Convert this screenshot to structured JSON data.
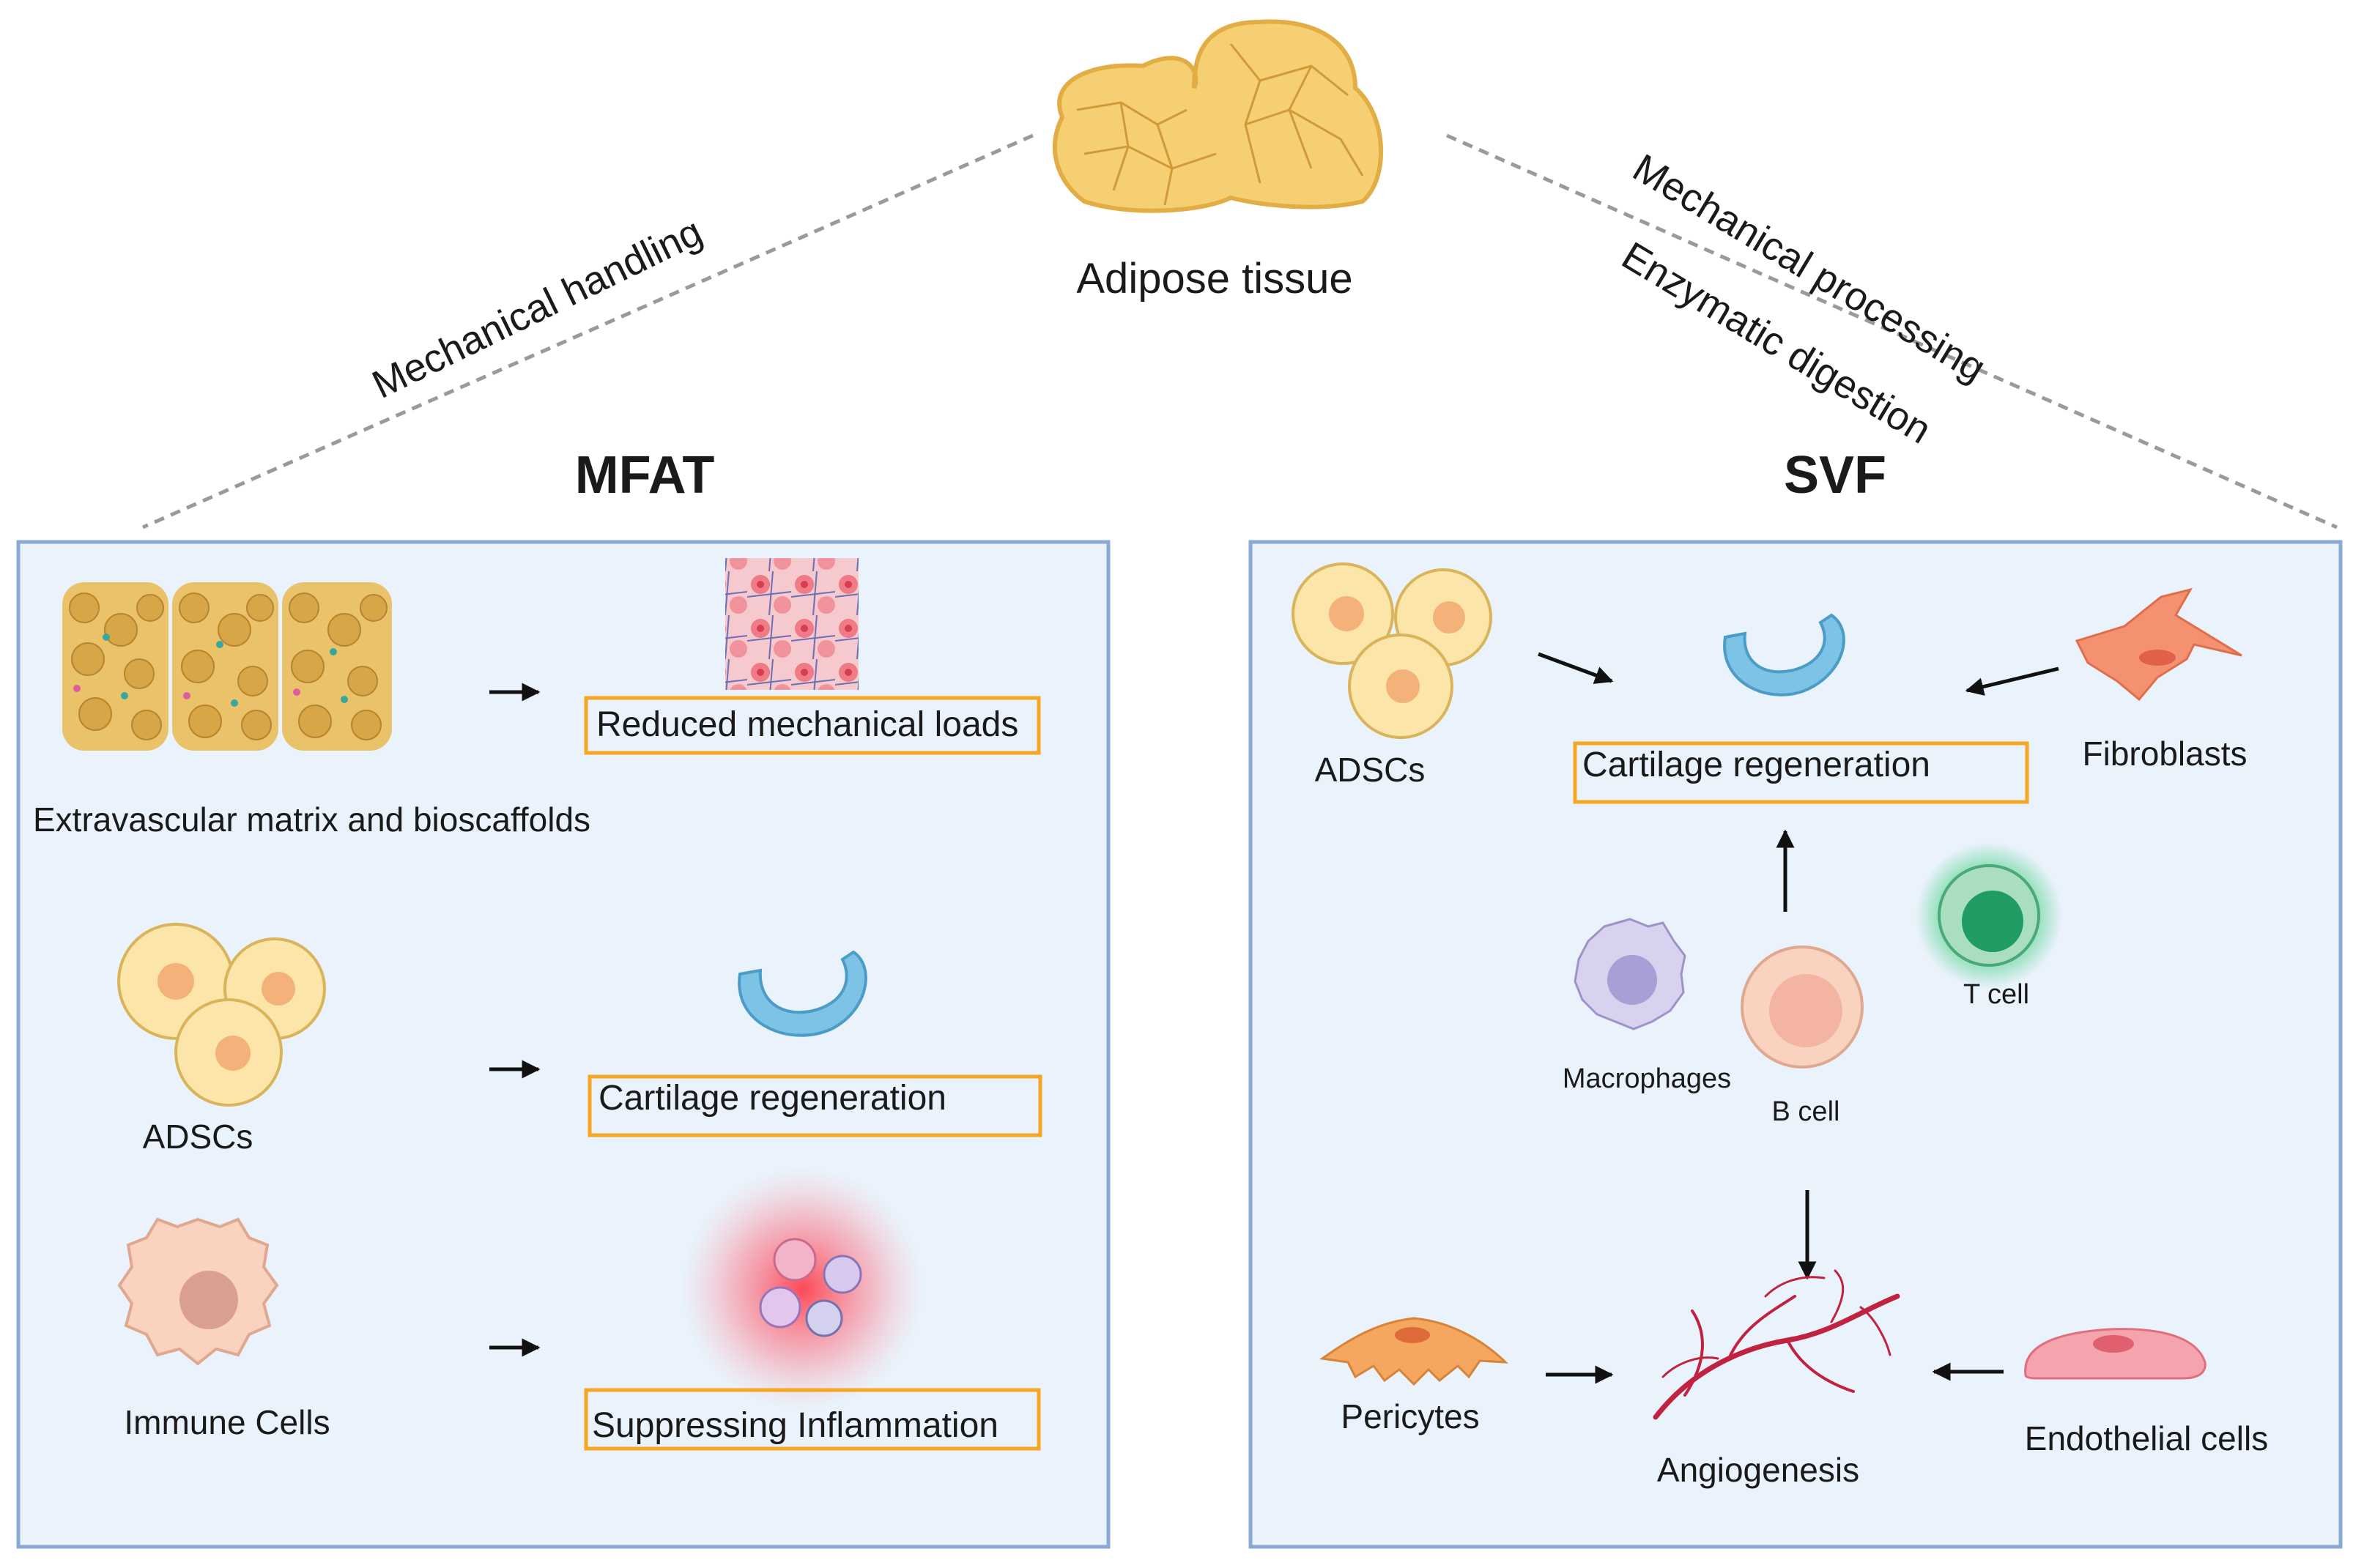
{
  "top": {
    "source_label": "Adipose tissue",
    "left_process": "Mechanical handling",
    "right_process_1": "Mechanical processing",
    "right_process_2": "Enzymatic digestion"
  },
  "mfat": {
    "title": "MFAT",
    "rows": [
      {
        "source": "Extravascular matrix and bioscaffolds",
        "effect": "Reduced mechanical loads"
      },
      {
        "source": "ADSCs",
        "effect": "Cartilage regeneration"
      },
      {
        "source": "Immune Cells",
        "effect": "Suppressing Inflammation"
      }
    ]
  },
  "svf": {
    "title": "SVF",
    "effect_top": "Cartilage regeneration",
    "effect_bottom": "Angiogenesis",
    "cells": {
      "adscs": "ADSCs",
      "fibroblasts": "Fibroblasts",
      "macrophages": "Macrophages",
      "b_cell": "B cell",
      "t_cell": "T cell",
      "pericytes": "Pericytes",
      "endothelial": "Endothelial cells"
    }
  },
  "colors": {
    "panel_fill": "#eaf2fb",
    "panel_border": "#8aa9d6",
    "effect_box_border": "#f5a623",
    "adipocyte": "#f5cf72",
    "adsc": "#fbe5a8",
    "cartilage": "#7cc3e6",
    "vessel": "#c0223f"
  }
}
